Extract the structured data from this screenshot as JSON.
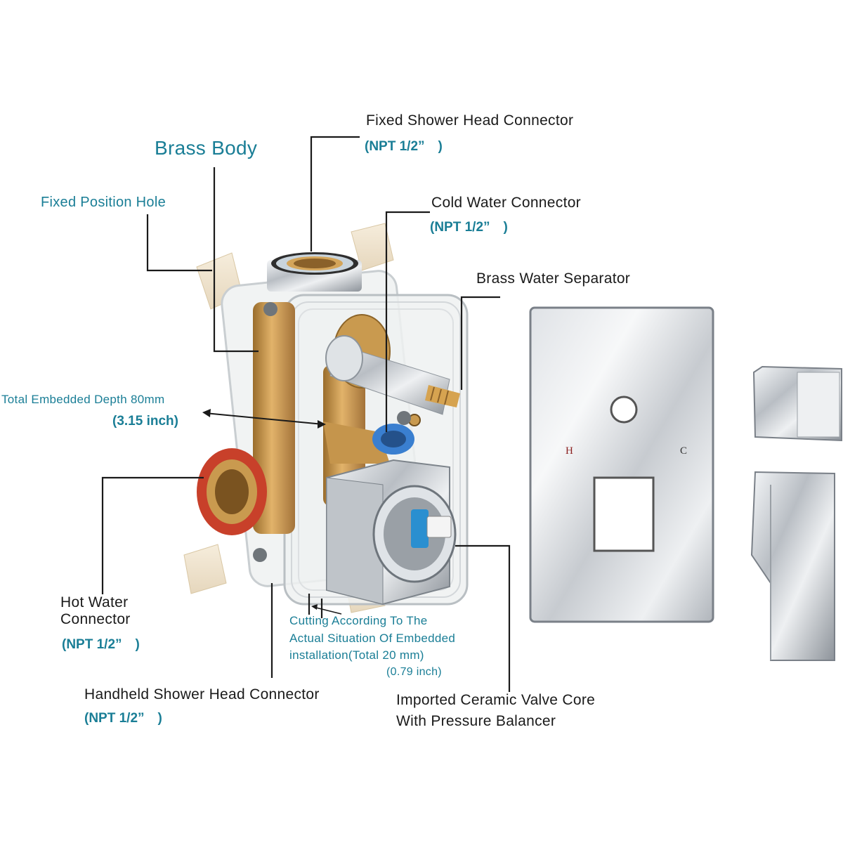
{
  "labels": {
    "brass_body": "Brass Body",
    "fixed_position_hole": "Fixed Position Hole",
    "fixed_shower_head": {
      "title": "Fixed Shower Head Connector",
      "spec": "(NPT 1/2”　)"
    },
    "cold_water": {
      "title": "Cold Water Connector",
      "spec": "(NPT 1/2”　)"
    },
    "brass_separator": "Brass Water Separator",
    "total_depth": {
      "title": "Total Embedded Depth 80mm",
      "spec": "(3.15 inch)"
    },
    "hot_water": {
      "title_line1": "Hot Water",
      "title_line2": "Connector",
      "spec": "(NPT 1/2”　)"
    },
    "cutting_note": {
      "line1": "Cutting According To The",
      "line2": "Actual Situation Of Embedded",
      "line3": "installation(Total 20 mm)",
      "line4": "(0.79 inch)"
    },
    "handheld": {
      "title": "Handheld Shower Head Connector",
      "spec": "(NPT 1/2”　)"
    },
    "valve_core": {
      "line1": "Imported Ceramic Valve Core",
      "line2": "With Pressure Balancer"
    }
  },
  "trim_plate": {
    "hot_mark": "H",
    "cold_mark": "C"
  },
  "colors": {
    "accent_teal": "#1a7e96",
    "brass": "#c99a4f",
    "chrome": "#c8ccd0",
    "hot_ring": "#c8402a",
    "cold_ring": "#3a7fd0"
  }
}
